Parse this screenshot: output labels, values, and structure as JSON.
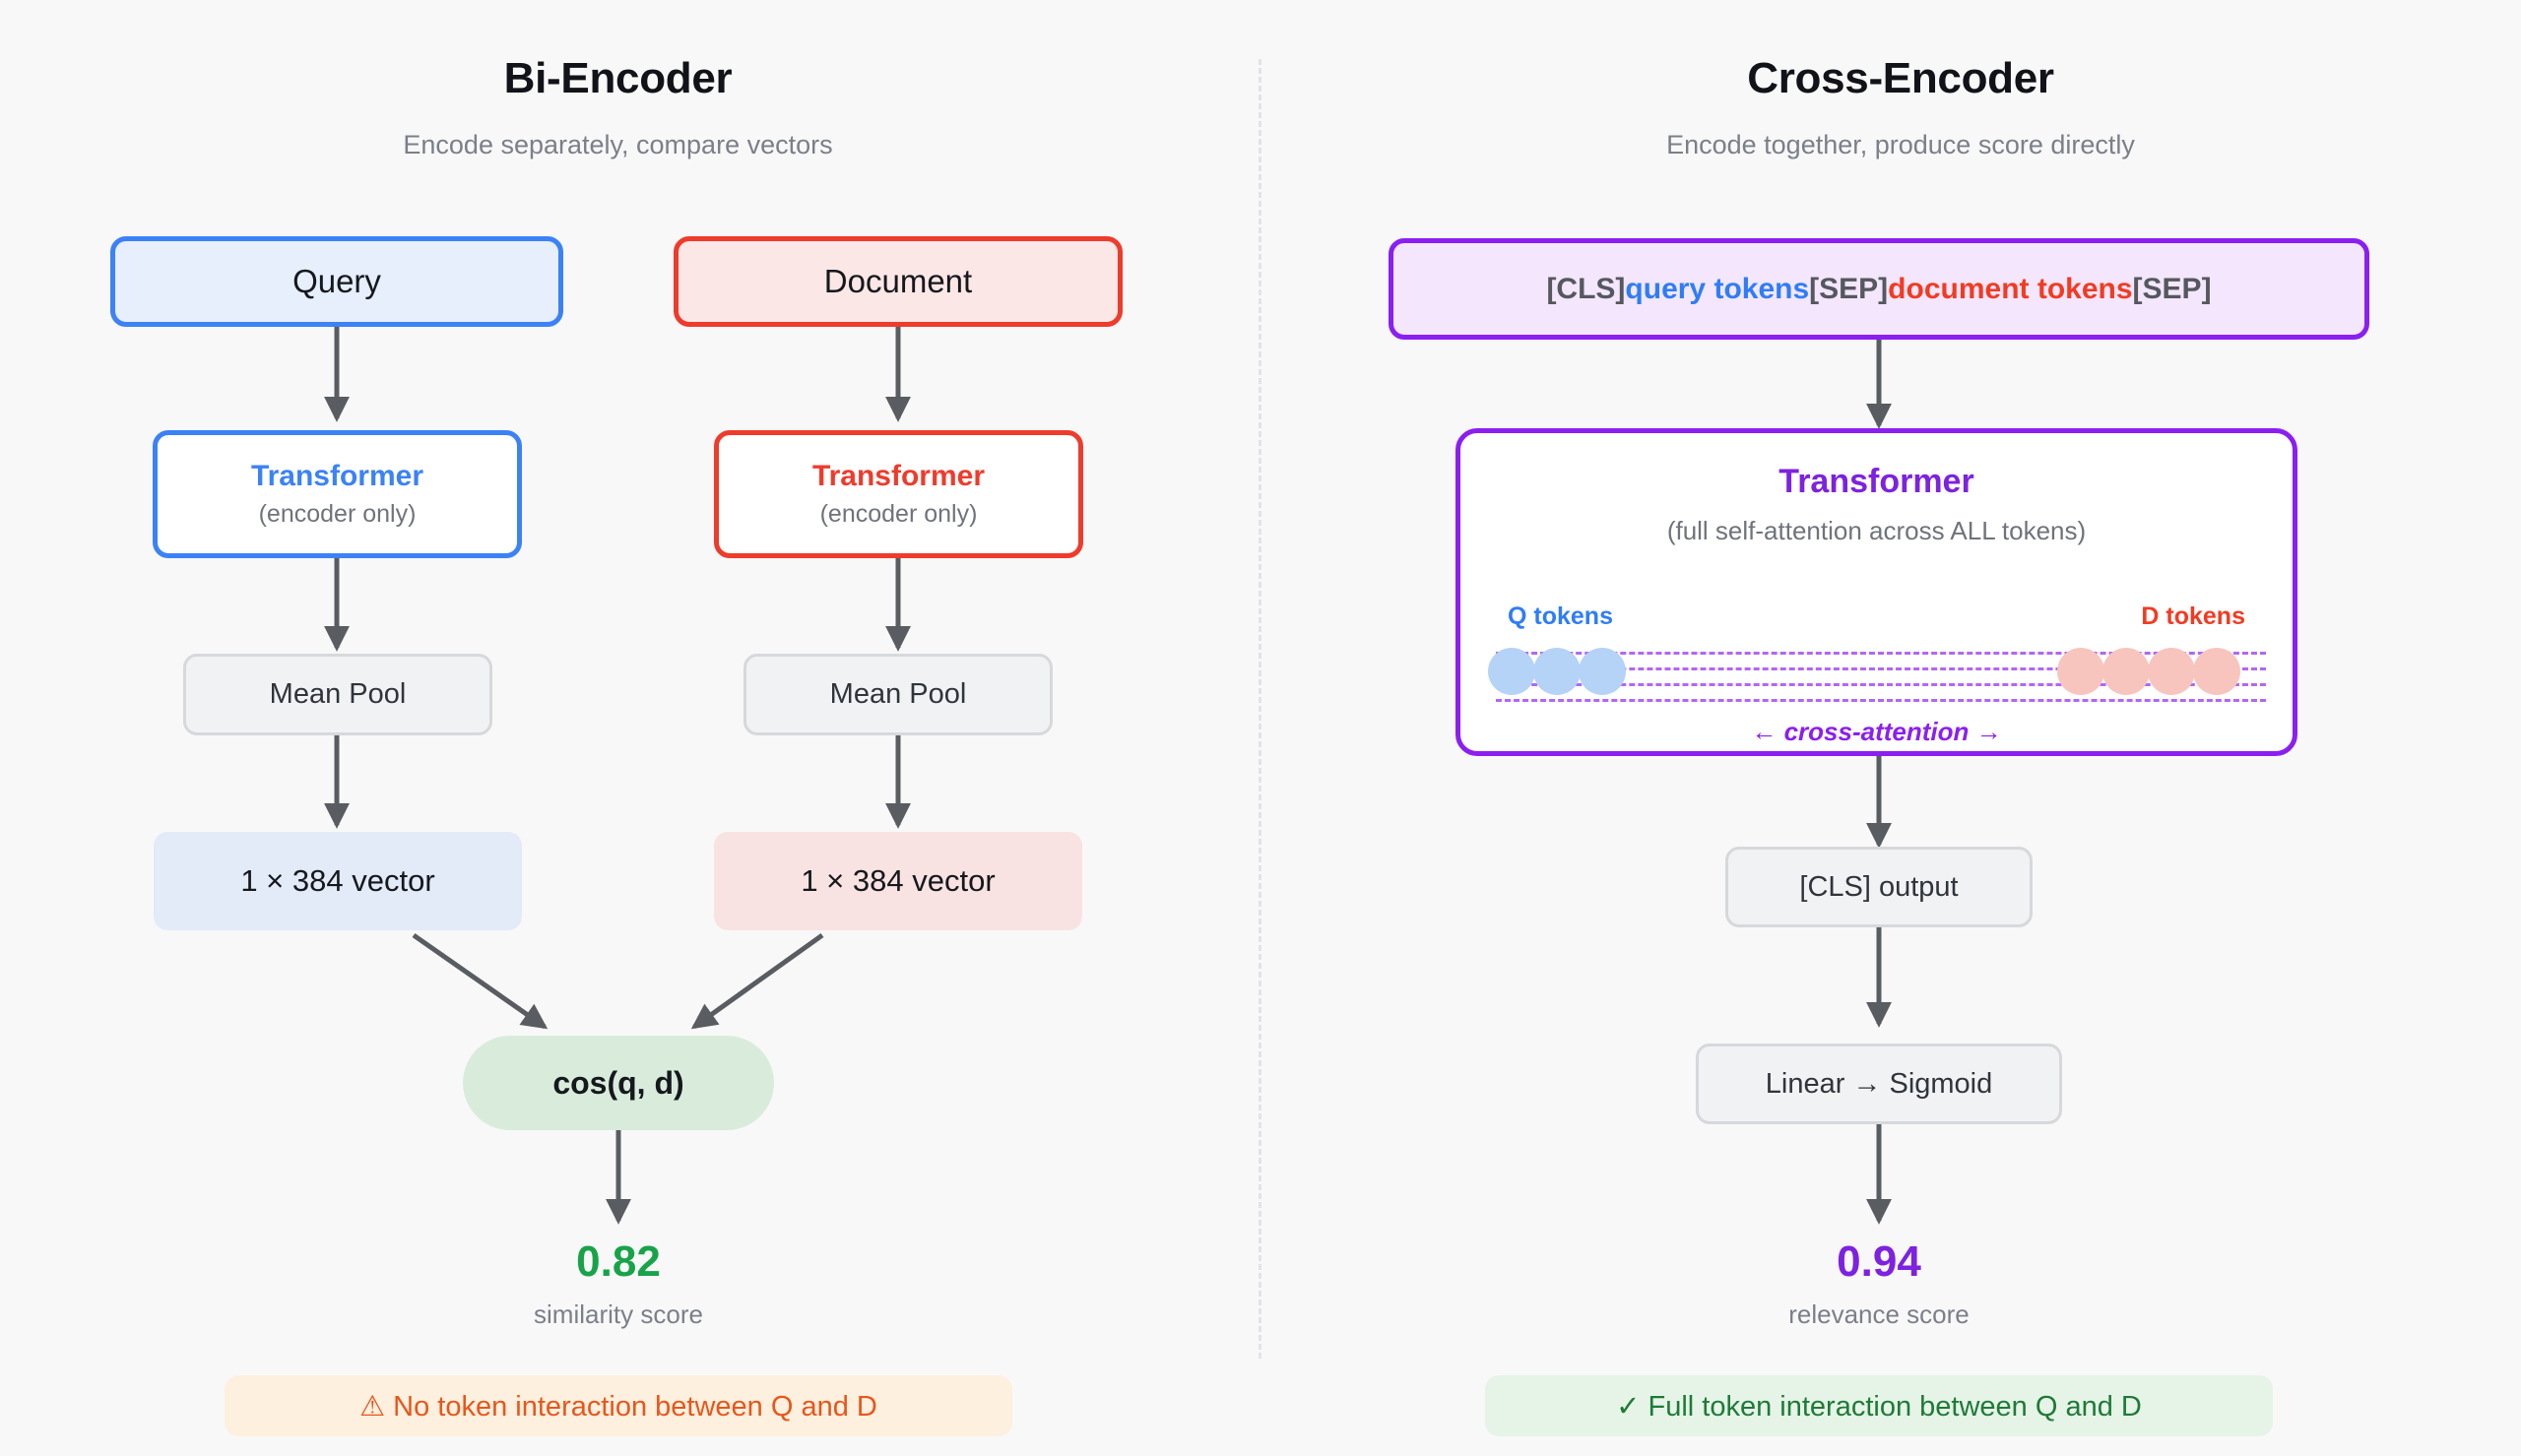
{
  "left": {
    "title": "Bi-Encoder",
    "subtitle": "Encode separately, compare vectors",
    "query_box": "Query",
    "document_box": "Document",
    "transformer_q_title": "Transformer",
    "transformer_q_sub": "(encoder only)",
    "transformer_d_title": "Transformer",
    "transformer_d_sub": "(encoder only)",
    "mean_pool_q": "Mean Pool",
    "mean_pool_d": "Mean Pool",
    "vector_q": "1 × 384 vector",
    "vector_d": "1 × 384 vector",
    "cos_node": "cos(q, d)",
    "score": "0.82",
    "score_caption": "similarity score",
    "banner": "⚠ No token interaction between Q and D",
    "accent_query": "#3b82f6",
    "accent_document": "#ef3b2c",
    "accent_score": "#18a349",
    "banner_bg": "#fdf0df",
    "banner_fg": "#e8561b"
  },
  "right": {
    "title": "Cross-Encoder",
    "subtitle": "Encode together, produce score directly",
    "concat": {
      "cls_open": "[CLS]",
      "query_tokens": "query tokens",
      "sep_mid": "[SEP]",
      "document_tokens": "document tokens",
      "sep_end": "[SEP]"
    },
    "transformer_title": "Transformer",
    "transformer_sub": "(full self-attention across ALL tokens)",
    "q_tokens_label": "Q tokens",
    "d_tokens_label": "D tokens",
    "cross_attention_caption": "← cross-attention →",
    "cls_output": "[CLS] output",
    "linear_sigmoid": "Linear → Sigmoid",
    "score": "0.94",
    "score_caption": "relevance score",
    "banner": "✓ Full token interaction between Q and D",
    "accent": "#8b1ff0",
    "accent_score": "#7d22e0",
    "banner_bg": "#e5f4e7",
    "banner_fg": "#1f7a37"
  }
}
